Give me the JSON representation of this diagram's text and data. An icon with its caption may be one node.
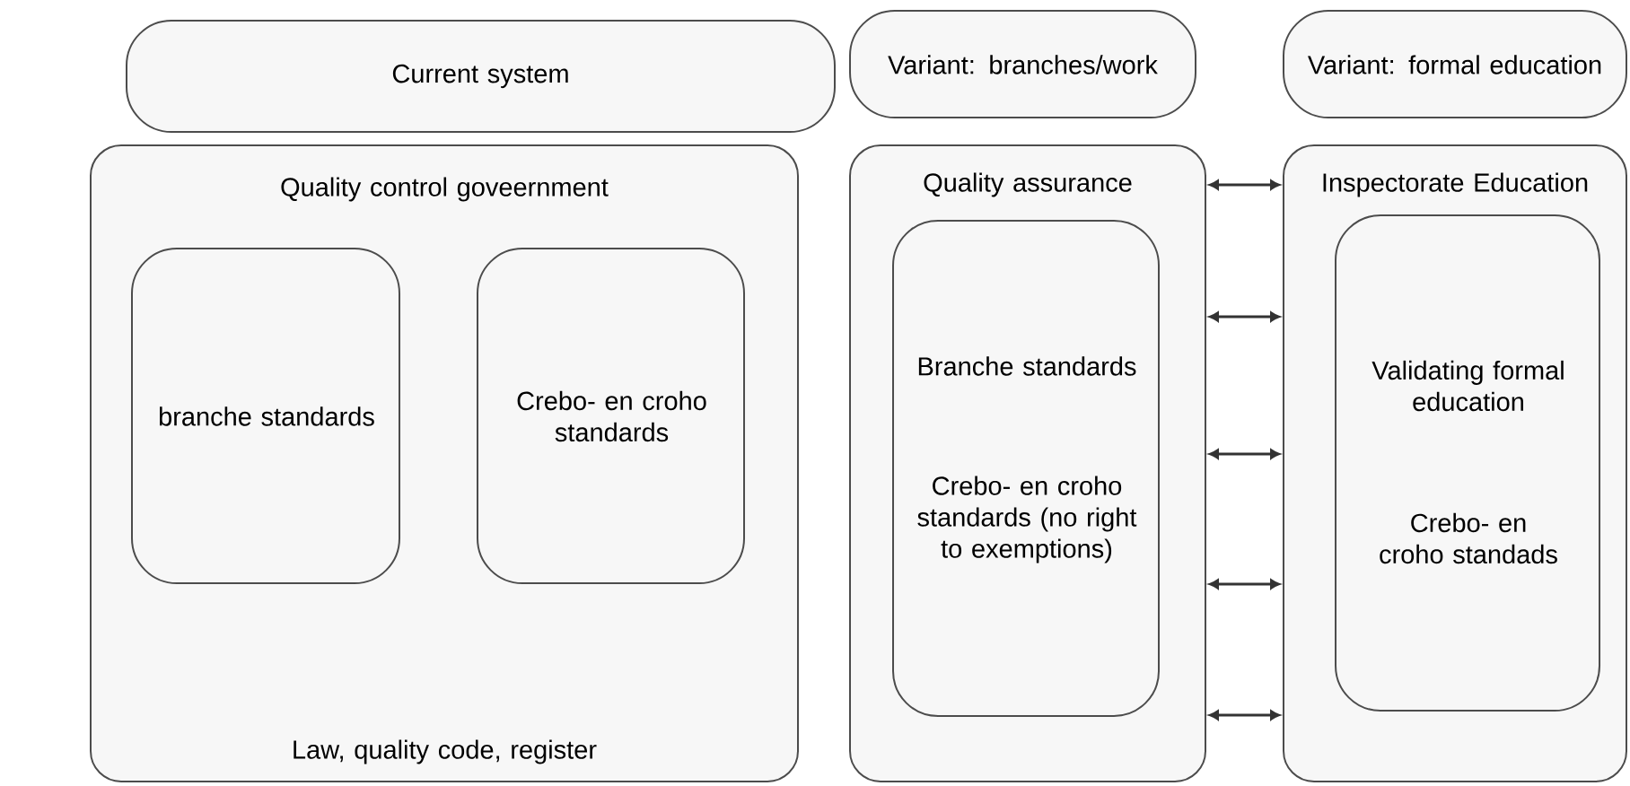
{
  "diagram": {
    "nodes": [
      {
        "text": [
          "Current system"
        ]
      },
      {
        "text": [
          "Variant: branches/work"
        ]
      },
      {
        "text": [
          "Variant: formal education"
        ]
      },
      {
        "text": [
          "Quality control goveernment",
          "Law, quality code, register"
        ]
      },
      {
        "text": [
          "branche standards"
        ],
        "in": 3
      },
      {
        "text": [
          "Crebo- en croho standards"
        ],
        "in": 3
      },
      {
        "text": [
          "Quality assurance"
        ]
      },
      {
        "text": [
          "Branche standards",
          "Crebo- en croho standards (no right to exemptions)"
        ],
        "in": 6
      },
      {
        "text": [
          "Inspectorate Education"
        ]
      },
      {
        "text": [
          "Validating formal education",
          "Crebo- en croho standads"
        ],
        "in": 8
      }
    ],
    "edges": [
      {
        "from": 6,
        "to": 8,
        "arrow": "both"
      },
      {
        "from": 6,
        "to": 8,
        "arrow": "both"
      },
      {
        "from": 6,
        "to": 8,
        "arrow": "both"
      },
      {
        "from": 6,
        "to": 8,
        "arrow": "both"
      },
      {
        "from": 6,
        "to": 8,
        "arrow": "both"
      }
    ]
  }
}
